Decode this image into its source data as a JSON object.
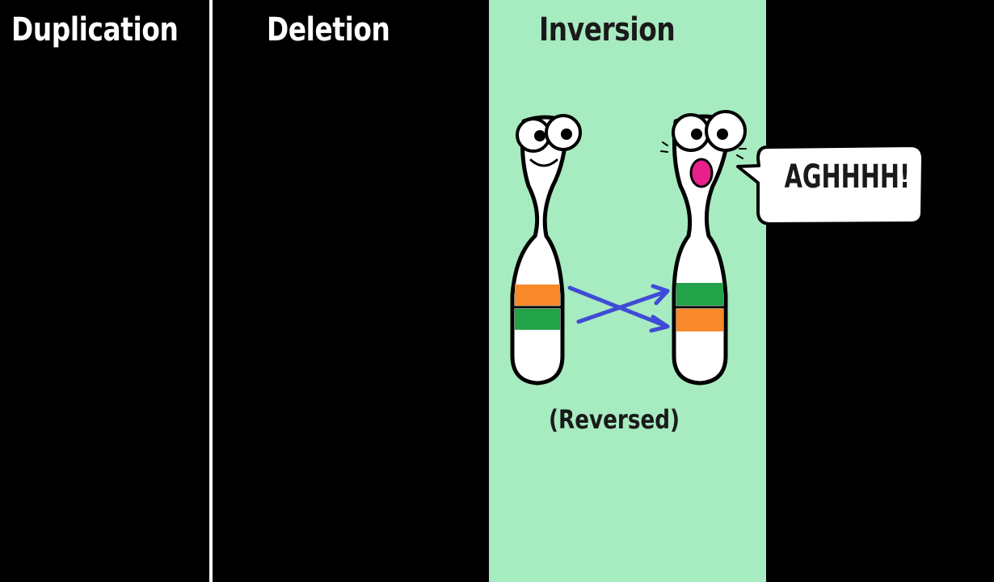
{
  "columns": {
    "duplication": {
      "title": "Duplication"
    },
    "deletion": {
      "title": "Deletion"
    },
    "inversion": {
      "title": "Inversion",
      "caption": "(Reversed)"
    }
  },
  "speech_bubble": {
    "text": "AGHHHH!"
  },
  "colors": {
    "background": "#000000",
    "inversion_panel": "#a7ebc0",
    "band_orange": "#f7892a",
    "band_green": "#22a34a",
    "arrow_blue": "#3f4bd6",
    "mouth_pink": "#e8208a"
  },
  "icons": [
    "happy-chromosome-icon",
    "shocked-chromosome-icon",
    "swap-arrows-icon",
    "speech-bubble-icon"
  ]
}
